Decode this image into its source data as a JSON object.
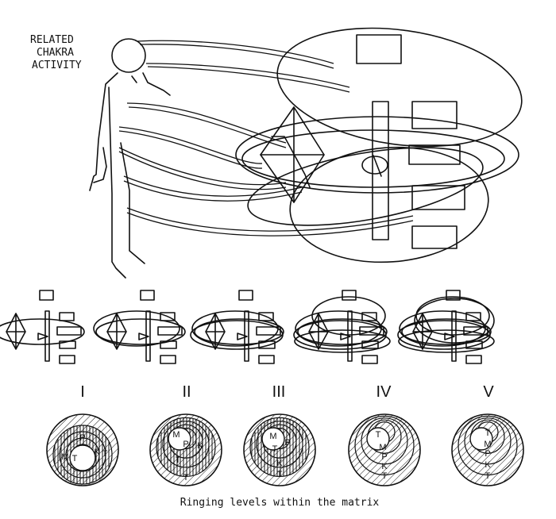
{
  "heading": [
    "RELATED",
    "CHAKRA",
    "ACTIVITY"
  ],
  "level_labels": [
    "I",
    "II",
    "III",
    "IV",
    "V"
  ],
  "disc_letters": [
    [
      "P",
      "M",
      "T",
      "K",
      "T"
    ],
    [
      "M",
      "P",
      "K",
      "T",
      "T"
    ],
    [
      "M",
      "P",
      "T",
      "K",
      "T"
    ],
    [
      "T",
      "M",
      "P",
      "K",
      "T"
    ],
    [
      "T",
      "M",
      "P",
      "K",
      "T"
    ]
  ],
  "caption": "Ringing levels within the matrix"
}
